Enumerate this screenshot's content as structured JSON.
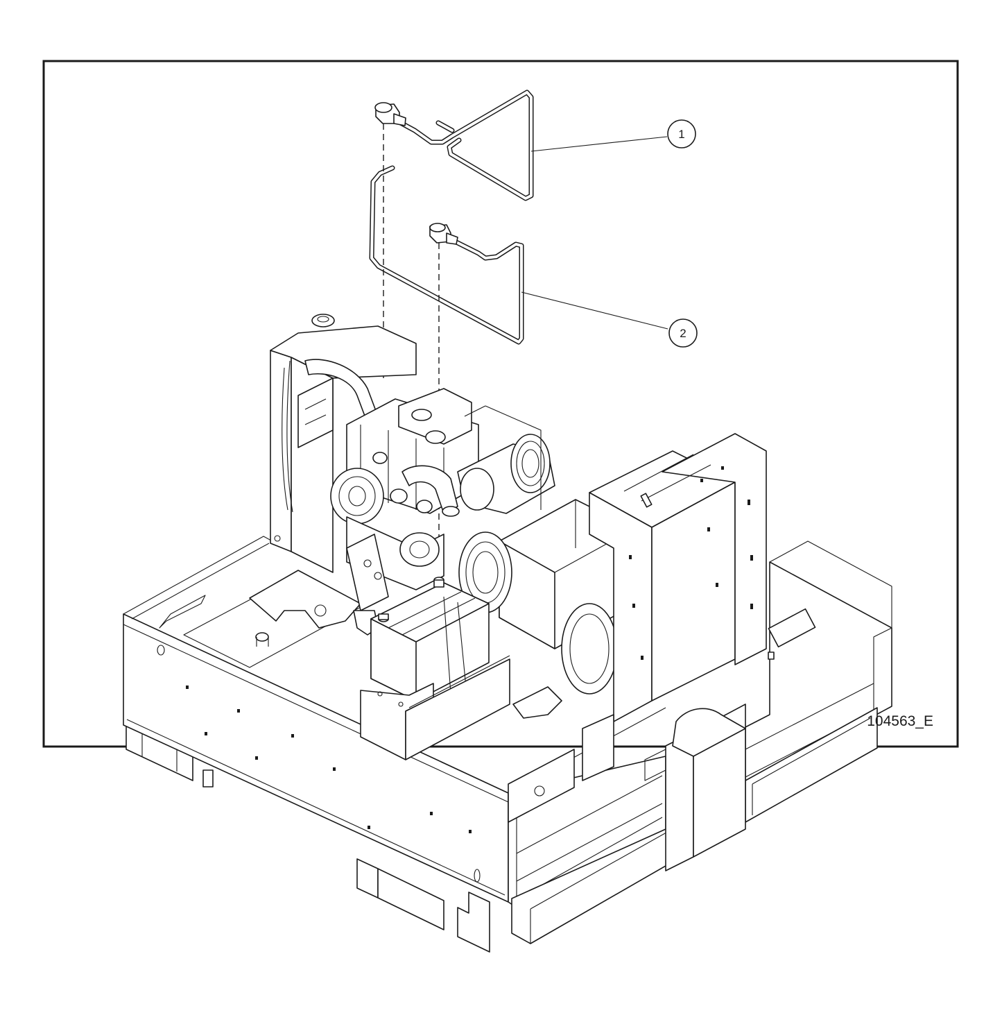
{
  "callouts": [
    {
      "number": "1"
    },
    {
      "number": "2"
    }
  ],
  "drawing_number": "104563_E"
}
